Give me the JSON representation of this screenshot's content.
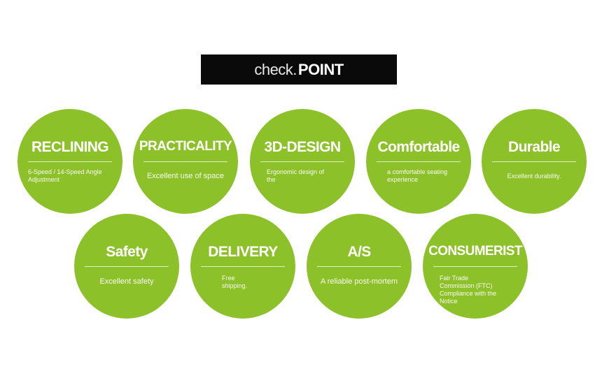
{
  "banner": {
    "prefix": "check.",
    "emphasis": "POINT"
  },
  "points": [
    {
      "title": "RECLINING",
      "desc": "6-Speed / 14-Speed Angle Adjustment"
    },
    {
      "title": "PRACTICALITY",
      "desc": "Excellent use of space"
    },
    {
      "title": "3D-DESIGN",
      "desc": "Ergonomic design of the"
    },
    {
      "title": "Comfortable",
      "desc": "a comfortable seating experience"
    },
    {
      "title": "Durable",
      "desc": "Excellent durability."
    },
    {
      "title": "Safety",
      "desc": "Excellent safety"
    },
    {
      "title": "DELIVERY",
      "desc": "Free shipping."
    },
    {
      "title": "A/S",
      "desc": "A reliable post-mortem"
    },
    {
      "title": "CONSUMERIST",
      "desc": "Fair Trade Commission (FTC) Compliance with the Notice"
    }
  ],
  "colors": {
    "circle": "#8dc12a",
    "banner": "#0a0a0a",
    "text": "#ffffff"
  }
}
